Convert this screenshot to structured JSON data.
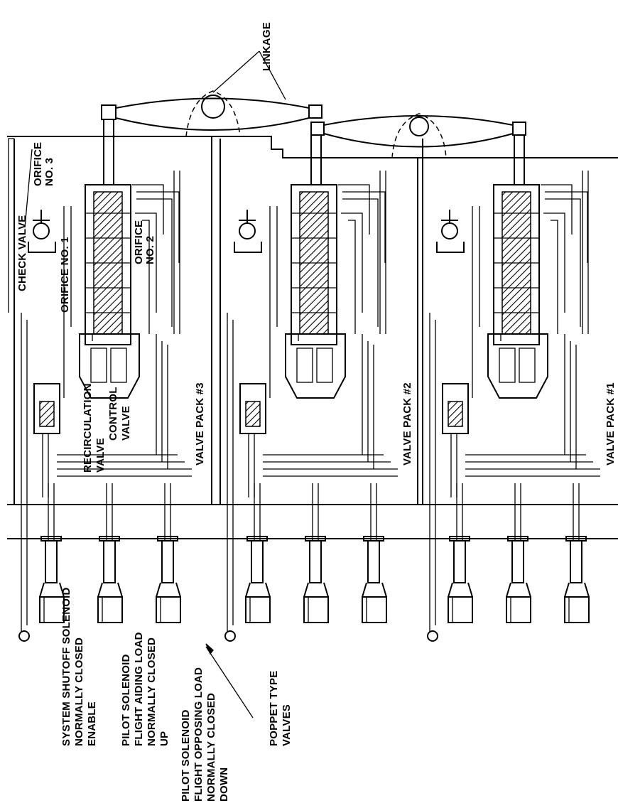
{
  "labels": {
    "linkage": "LINKAGE",
    "orifice_no3": [
      "ORIFICE",
      "NO. 3"
    ],
    "check_valve": "CHECK VALVE",
    "orifice_no1": "ORIFICE NO. 1",
    "orifice_no2": [
      "ORIFICE",
      "NO. 2"
    ],
    "recirculation_valve": [
      "RECIRCULATION",
      "VALVE"
    ],
    "control_valve": [
      "CONTROL",
      "VALVE"
    ],
    "valve_pack_3": "VALVE PACK #3",
    "valve_pack_2": "VALVE PACK #2",
    "valve_pack_1": "VALVE PACK #1",
    "system_shutoff_solenoid": [
      "SYSTEM SHUTOFF SOLENOID",
      "NORMALLY CLOSED",
      "ENABLE"
    ],
    "pilot_solenoid_aiding": [
      "PILOT SOLENOID",
      "FLIGHT AIDING LOAD",
      "NORMALLY CLOSED",
      "UP"
    ],
    "pilot_solenoid_opposing": [
      "PILOT SOLENOID",
      "FLIGHT OPPOSING LOAD",
      "NORMALLY CLOSED",
      "DOWN"
    ],
    "poppet_type_valves": [
      "POPPET TYPE",
      "VALVES"
    ]
  }
}
